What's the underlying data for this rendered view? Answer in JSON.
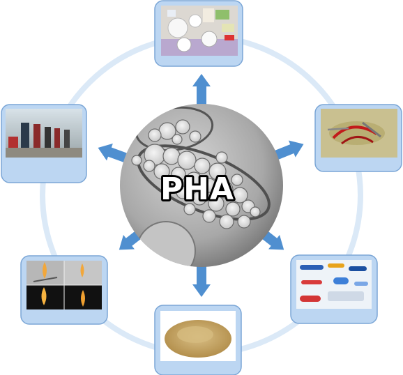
{
  "center": {
    "label": "PHA"
  },
  "colors": {
    "ring": "#dbe9f7",
    "arrow": "#4f8fd0",
    "tile_fill": "#bcd6f2",
    "tile_border": "#7ba6d6",
    "sphere": "#b3b3b3"
  },
  "nodes": [
    {
      "id": "packaging",
      "icon": "disposable-tableware-photo"
    },
    {
      "id": "surgery",
      "icon": "surgical-suture-photo"
    },
    {
      "id": "drug-delivery",
      "icon": "capsules-photo"
    },
    {
      "id": "powder",
      "icon": "pha-powder-photo"
    },
    {
      "id": "combustion",
      "icon": "flame-test-photo"
    },
    {
      "id": "factory",
      "icon": "fermentation-plant-photo"
    }
  ]
}
